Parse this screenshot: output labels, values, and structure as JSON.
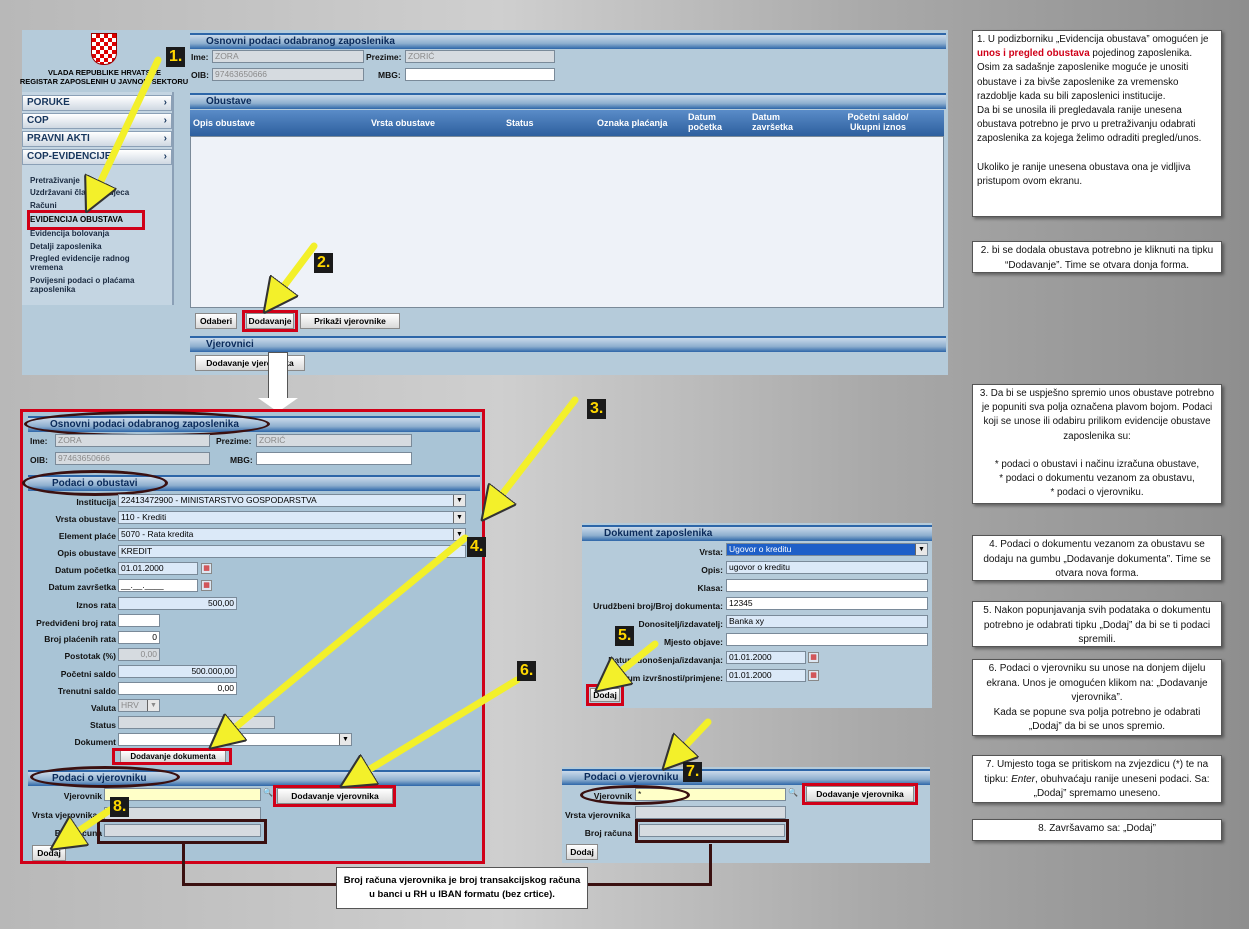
{
  "logo": {
    "line1": "VLADA REPUBLIKE HRVATSKE",
    "line2": "REGISTAR ZAPOSLENIH U JAVNOM SEKTORU"
  },
  "sidebar": {
    "items": [
      "PORUKE",
      "COP",
      "PRAVNI AKTI",
      "COP-EVIDENCIJE"
    ],
    "sub": [
      "Pretraživanje",
      "Uzdržavani članovi / djeca",
      "Računi",
      "EVIDENCIJA OBUSTAVA",
      "Evidencija bolovanja",
      "Detalji zaposlenika",
      "Pregled evidencije radnog vremena",
      "Povijesni podaci o plaćama zaposlenika"
    ],
    "chevron": "›"
  },
  "top": {
    "title": "Osnovni podaci odabranog zaposlenika",
    "ime_l": "Ime:",
    "ime": "ZORA",
    "prezime_l": "Prezime:",
    "prezime": "ZORIĆ",
    "oib_l": "OIB:",
    "oib": "97463650666",
    "mbg_l": "MBG:",
    "obustave_title": "Obustave",
    "cols": [
      "Opis obustave",
      "Vrsta obustave",
      "Status",
      "Oznaka plaćanja",
      "Datum početka",
      "Datum završetka",
      "Početni saldo/ Ukupni iznos"
    ],
    "btn_odaberi": "Odaberi",
    "btn_dodavanje": "Dodavanje",
    "btn_prikazi": "Prikaži vjerovnike",
    "vjerovnici_title": "Vjerovnici",
    "btn_dodaj_vjer": "Dodavanje vjerovnika"
  },
  "form": {
    "title": "Osnovni podaci odabranog zaposlenika",
    "ime_l": "Ime:",
    "ime": "ZORA",
    "prezime_l": "Prezime:",
    "prezime": "ZORIĆ",
    "oib_l": "OIB:",
    "oib": "97463650666",
    "mbg_l": "MBG:",
    "obustava_title": "Podaci o obustavi",
    "labels": [
      "Institucija",
      "Vrsta obustave",
      "Element plaće",
      "Opis obustave",
      "Datum početka",
      "Datum završetka",
      "Iznos rata",
      "Predviđeni broj rata",
      "Broj plaćenih rata",
      "Postotak (%)",
      "Početni saldo",
      "Trenutni saldo",
      "Valuta",
      "Status",
      "Dokument"
    ],
    "institucija": "22413472900 - MINISTARSTVO GOSPODARSTVA",
    "vrsta": "110 - Krediti",
    "element": "5070 - Rata kredita",
    "opis": "KREDIT",
    "datum_pocetka": "01.01.2000",
    "datum_zavrsetka": "__.__.____",
    "iznos_rata": "500,00",
    "broj_placenih": "0",
    "postotak": "0,00",
    "pocetni_saldo": "500.000,00",
    "trenutni_saldo": "0,00",
    "valuta": "HRV",
    "calendar": "▦",
    "btn_dodavanje_dok": "Dodavanje dokumenta",
    "vjer_title": "Podaci o vjerovniku",
    "vjerovnik_l": "Vjerovnik",
    "vrsta_vjer_l": "Vrsta vjerovnika",
    "broj_racuna_l": "Broj računa",
    "btn_dodavanje_vjer": "Dodavanje vjerovnika",
    "btn_dodaj": "Dodaj",
    "search": "🔍"
  },
  "dok": {
    "title": "Dokument zaposlenika",
    "labels": [
      "Vrsta:",
      "Opis:",
      "Klasa:",
      "Urudžbeni broj/Broj dokumenta:",
      "Donositelj/izdavatelj:",
      "Mjesto objave:",
      "Datum donošenja/izdavanja:",
      "Datum izvršnosti/primjene:"
    ],
    "vrsta": "Ugovor o kreditu",
    "opis": "ugovor o kreditu",
    "urudzbeni": "12345",
    "donositelj": "Banka xy",
    "datum1": "01.01.2000",
    "datum2": "01.01.2000",
    "btn_dodaj": "Dodaj"
  },
  "vjer2": {
    "title": "Podaci o vjerovniku",
    "vjerovnik_l": "Vjerovnik",
    "vjerovnik": "*",
    "vrsta_l": "Vrsta vjerovnika",
    "broj_l": "Broj računa",
    "btn_dodavanje": "Dodavanje vjerovnika",
    "btn_dodaj": "Dodaj"
  },
  "numbers": [
    "1.",
    "2.",
    "3.",
    "4.",
    "5.",
    "6.",
    "7.",
    "8."
  ],
  "notes": {
    "n1a": "1. U podizborniku „Evidencija obustava” omogućen je ",
    "n1b": "unos i pregled obustava",
    "n1c": " pojedinog zaposlenika. Osim za sadašnje zaposlenike moguće je unositi obustave i za bivše zaposlenike za vremensko razdoblje kada su bili zaposlenici institucije.",
    "n1d": "Da bi se unosila ili pregledavala ranije unesena obustava potrebno je prvo u pretraživanju odabrati zaposlenika za kojega želimo odraditi pregled/unos.",
    "n1e": "Ukoliko je ranije unesena obustava ona je vidljiva pristupom ovom ekranu.",
    "n2": "2. bi se dodala obustava potrebno je kliknuti na tipku “Dodavanje”. Time se otvara donja forma.",
    "n3a": "3. Da bi se uspješno spremio unos obustave potrebno je popuniti sva polja označena plavom bojom. Podaci koji se unose ili odabiru prilikom evidencije obustave zaposlenika su:",
    "n3b": "* podaci o obustavi i načinu izračuna obustave,",
    "n3c": "* podaci o dokumentu vezanom za obustavu,",
    "n3d": "* podaci o vjerovniku.",
    "n4": "4. Podaci o dokumentu vezanom za obustavu se dodaju na gumbu „Dodavanje dokumenta”. Time se otvara nova forma.",
    "n5": "5. Nakon popunjavanja svih podataka o dokumentu potrebno je odabrati tipku „Dodaj” da bi se ti podaci spremili.",
    "n6a": "6. Podaci o vjerovniku su unose na donjem dijelu ekrana. Unos je omogućen klikom na: „Dodavanje vjerovnika”.",
    "n6b": "Kada se popune sva polja potrebno je odabrati „Dodaj” da bi se unos spremio.",
    "n7a": "7. Umjesto toga se pritiskom na zvjezdicu (*) te na tipku: ",
    "n7b": "Enter",
    "n7c": ", obuhvaćaju ranije uneseni podaci. Sa: „Dodaj” spremamo uneseno.",
    "n8": "8. Završavamo sa: „Dodaj”",
    "callout": "Broj računa vjerovnika je broj transakcijskog računa u banci u RH u IBAN formatu (bez crtice)."
  }
}
